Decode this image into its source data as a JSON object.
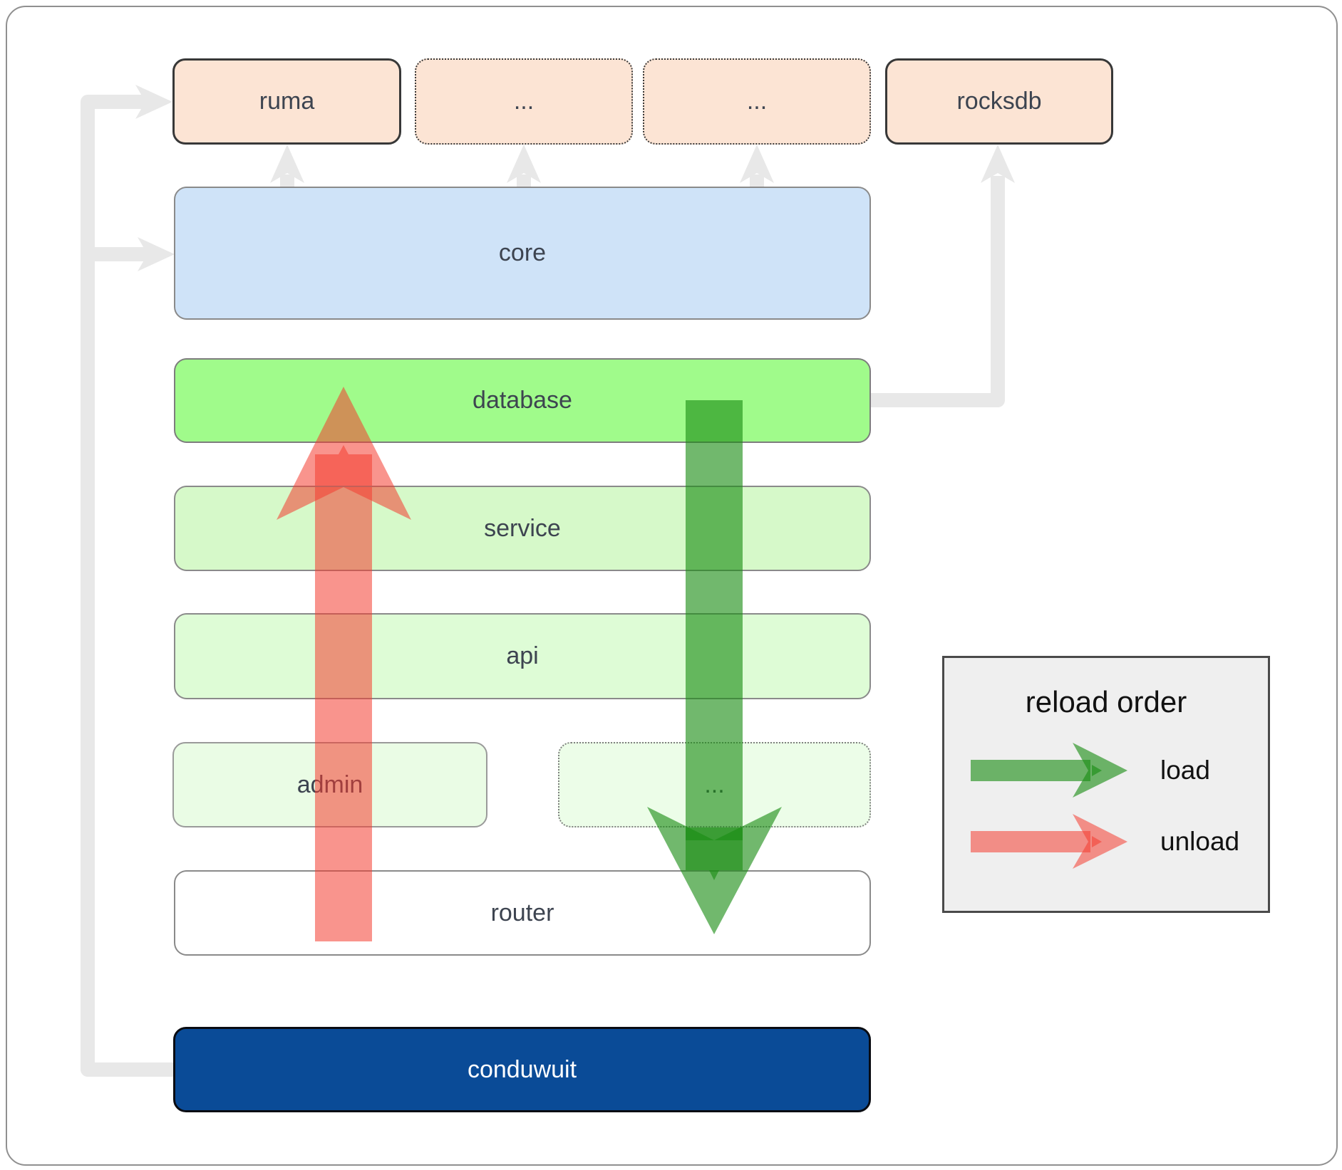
{
  "diagram": {
    "top_row": [
      {
        "label": "ruma",
        "style": "solid"
      },
      {
        "label": "...",
        "style": "dotted"
      },
      {
        "label": "...",
        "style": "dotted"
      },
      {
        "label": "rocksdb",
        "style": "solid"
      }
    ],
    "layers": {
      "core": {
        "label": "core"
      },
      "database": {
        "label": "database"
      },
      "service": {
        "label": "service"
      },
      "api": {
        "label": "api"
      },
      "admin": {
        "label": "admin"
      },
      "admin_etc": {
        "label": "..."
      },
      "router": {
        "label": "router"
      }
    },
    "app": {
      "label": "conduwuit"
    },
    "legend": {
      "title": "reload order",
      "items": [
        {
          "label": "load",
          "color": "#1a8c14"
        },
        {
          "label": "unload",
          "color": "#f43c30"
        }
      ]
    },
    "colors": {
      "peach_fill": "#fce4d4",
      "core_fill": "#cfe3f8",
      "database_fill": "#a0fb8b",
      "service_fill": "#d6f9c9",
      "api_fill": "#defcd6",
      "admin_fill": "#eafce5",
      "router_fill": "#ffffff",
      "app_fill": "#0a4b97",
      "connector_gray": "#e8e8e8",
      "load_green": "#1a8c14",
      "unload_red": "#f43c30",
      "legend_bg": "#efefef"
    }
  }
}
